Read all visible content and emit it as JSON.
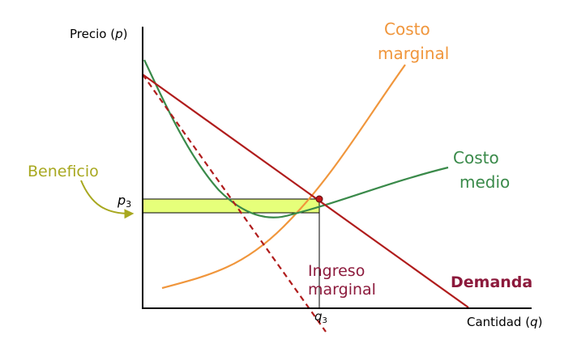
{
  "axes": {
    "y_label_prefix": "Precio (",
    "y_label_symbol": "p",
    "y_label_suffix": ")",
    "x_label_prefix": "Cantidad (",
    "x_label_symbol": "q",
    "x_label_suffix": ")"
  },
  "labels": {
    "costo_marginal_line1": "Costo",
    "costo_marginal_line2": "marginal",
    "costo_medio_line1": "Costo",
    "costo_medio_line2": "medio",
    "beneficio": "Beneficio",
    "ingreso_marginal_line1": "Ingreso",
    "ingreso_marginal_line2": "marginal",
    "demanda": "Demanda",
    "p3_letter": "p",
    "p3_sub": "3",
    "q3_letter": "q",
    "q3_sub": "3"
  },
  "colors": {
    "axis": "#000000",
    "demand": "#b01c1c",
    "marginal_revenue": "#b01c1c",
    "marginal_cost": "#f0963c",
    "average_cost": "#3a8a4a",
    "profit_fill": "#e6ff7a",
    "beneficio_text": "#a8a820",
    "ingreso_text": "#8c1a3c",
    "demanda_text": "#8c1a3c",
    "point": "#c0181c"
  }
}
